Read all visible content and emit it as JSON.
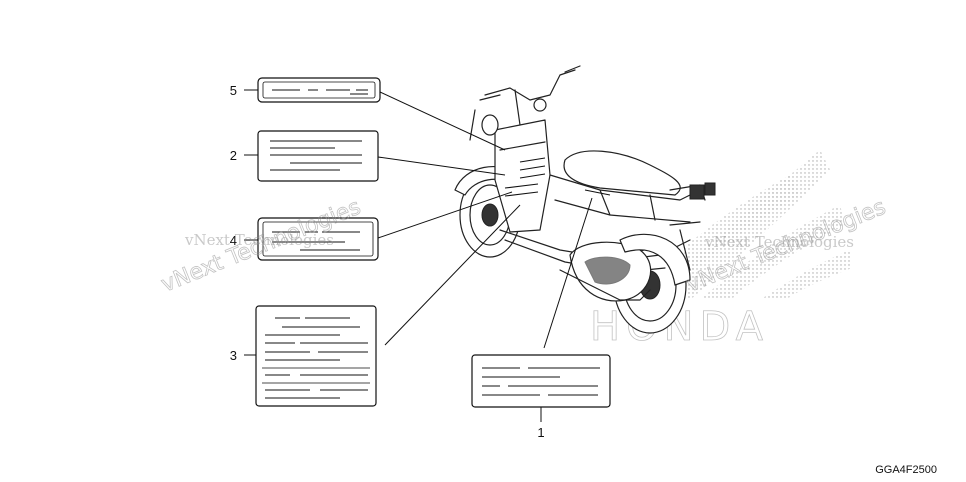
{
  "diagram": {
    "part_code": "GGA4F2500",
    "brand_watermark": "HONDA",
    "watermark_text": [
      "vNext Technologies",
      "vNext Technologies"
    ],
    "callouts": [
      {
        "id": "1",
        "label": "1"
      },
      {
        "id": "2",
        "label": "2"
      },
      {
        "id": "3",
        "label": "3"
      },
      {
        "id": "4",
        "label": "4"
      },
      {
        "id": "5",
        "label": "5"
      }
    ]
  }
}
